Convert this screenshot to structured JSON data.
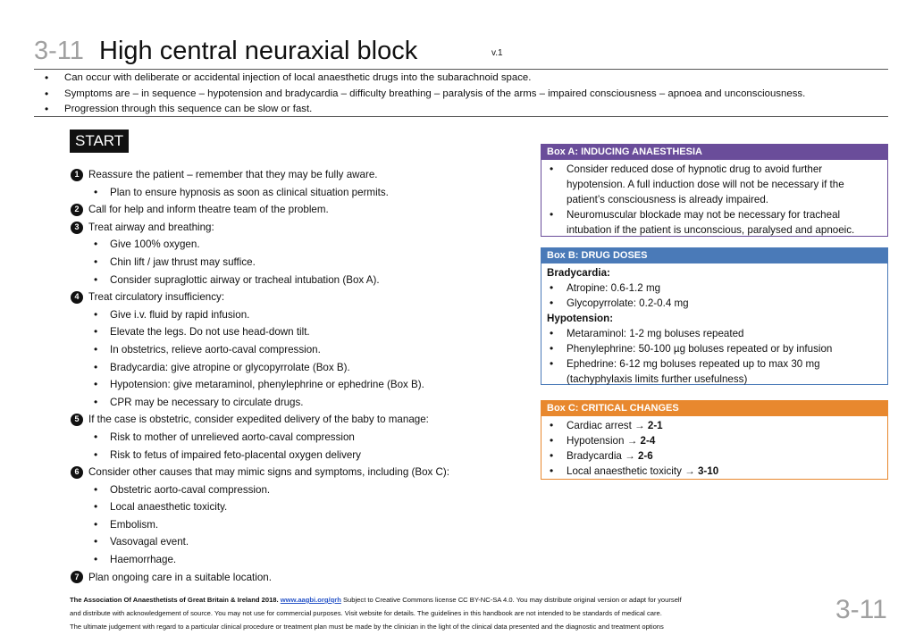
{
  "title": {
    "number": "3-11",
    "text": "High central neuraxial block",
    "version": "v.1"
  },
  "intro": [
    "Can occur with deliberate or accidental injection of local anaesthetic drugs into the subarachnoid space.",
    "Symptoms are – in sequence – hypotension and bradycardia – difficulty breathing – paralysis of the arms – impaired consciousness – apnoea and unconsciousness.",
    "Progression through this sequence can be slow or fast."
  ],
  "start_label": "START",
  "steps": [
    {
      "num": "1",
      "text": "Reassure the patient – remember that they may be fully aware.",
      "subs": [
        "Plan to ensure hypnosis as soon as clinical situation permits."
      ]
    },
    {
      "num": "2",
      "text": "Call for help and inform theatre team of the problem.",
      "subs": []
    },
    {
      "num": "3",
      "text": "Treat airway and breathing:",
      "subs": [
        "Give 100% oxygen.",
        "Chin lift / jaw thrust may suffice.",
        "Consider supraglottic airway or tracheal intubation (Box A)."
      ]
    },
    {
      "num": "4",
      "text": "Treat circulatory insufficiency:",
      "subs": [
        "Give i.v. fluid by rapid infusion.",
        "Elevate the legs. Do not use head-down tilt.",
        "In obstetrics, relieve aorto-caval compression.",
        "Bradycardia: give atropine or glycopyrrolate (Box B).",
        "Hypotension: give metaraminol, phenylephrine or ephedrine (Box B).",
        "CPR may be necessary to circulate drugs."
      ]
    },
    {
      "num": "5",
      "text": "If the case is obstetric, consider expedited delivery of the baby to manage:",
      "subs": [
        "Risk to mother of unrelieved aorto-caval compression",
        "Risk to fetus of impaired feto-placental oxygen delivery"
      ]
    },
    {
      "num": "6",
      "text": "Consider other causes that may mimic signs and symptoms, including (Box C):",
      "subs": [
        "Obstetric aorto-caval compression.",
        "Local anaesthetic toxicity.",
        "Embolism.",
        "Vasovagal event.",
        "Haemorrhage."
      ]
    },
    {
      "num": "7",
      "text": "Plan ongoing care in a suitable location.",
      "subs": []
    }
  ],
  "box_a": {
    "title": "Box A: INDUCING ANAESTHESIA",
    "items": [
      [
        "Consider reduced dose of hypnotic drug to avoid further",
        "hypotension. A full induction dose will not be necessary if the",
        "patient’s consciousness is already impaired."
      ],
      [
        "Neuromuscular blockade may not be necessary for tracheal",
        "intubation if the patient is unconscious, paralysed and apnoeic."
      ]
    ]
  },
  "box_b": {
    "title": "Box B: DRUG DOSES",
    "brady_heading": "Bradycardia:",
    "brady_items": [
      "Atropine: 0.6-1.2 mg",
      "Glycopyrrolate: 0.2-0.4 mg"
    ],
    "hypo_heading": "Hypotension:",
    "hypo_items": [
      [
        "Metaraminol: 1-2 mg boluses repeated"
      ],
      [
        "Phenylephrine: 50-100 µg boluses repeated  or by infusion"
      ],
      [
        "Ephedrine: 6-12 mg boluses repeated  up to max 30 mg",
        "(tachyphylaxis limits further usefulness)"
      ]
    ]
  },
  "box_c": {
    "title": "Box C: CRITICAL CHANGES",
    "items": [
      {
        "label": "Cardiac arrest",
        "arrow": "→",
        "ref": "2-1"
      },
      {
        "label": "Hypotension",
        "arrow": "→",
        "ref": "2-4"
      },
      {
        "label": "Bradycardia",
        "arrow": "→",
        "ref": "2-6"
      },
      {
        "label": "Local anaesthetic toxicity",
        "arrow": "→",
        "ref": "3-10"
      }
    ]
  },
  "footer": {
    "org": "The Association Of Anaesthetists of Great Britain & Ireland 2018.",
    "link": "www.aagbi.org/qrh",
    "line1_rest": "Subject to Creative Commons license CC BY-NC-SA 4.0. You may distribute original version or adapt for yourself",
    "line2": "and distribute with acknowledgement of source. You may not use for commercial purposes. Visit website for details. The guidelines in this handbook are not intended to be standards of medical care.",
    "line3": "The ultimate judgement with regard to a particular clinical procedure or treatment plan must be made by the clinician in the light of the clinical data presented and the diagnostic and treatment options"
  },
  "page_number": "3-11"
}
